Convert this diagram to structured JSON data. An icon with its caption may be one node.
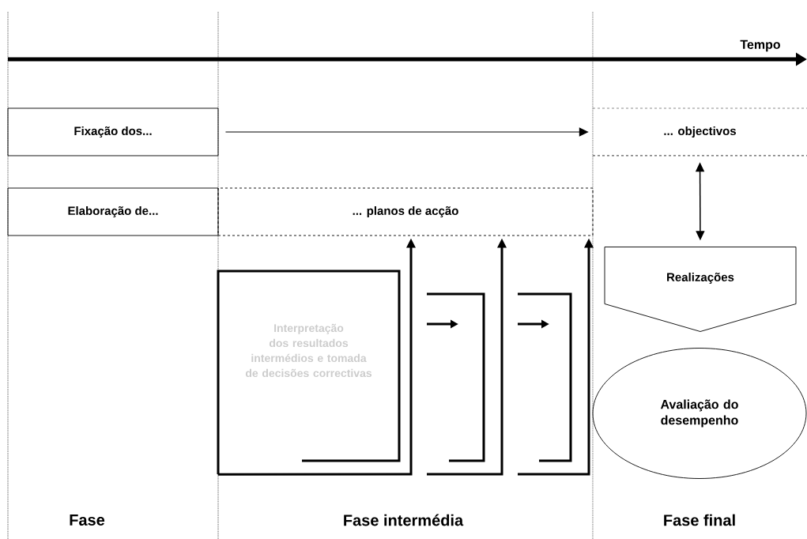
{
  "diagram": {
    "nodes": [
      {
        "text": [
          "Fixação dos..."
        ]
      },
      {
        "text": [
          "... objectivos"
        ]
      },
      {
        "text": [
          "Elaboração de..."
        ]
      },
      {
        "text": [
          "... planos de acção"
        ]
      },
      {
        "text": [
          "Realizações"
        ]
      },
      {
        "text": [
          "Interpretação dos resultados intermédios e tomada de decisões correctivas"
        ]
      },
      {
        "text": [
          "Avaliação do desempenho"
        ]
      }
    ],
    "edges": [
      {
        "from": 0,
        "to": 1,
        "arrow": "to"
      },
      {
        "from": 1,
        "to": 4,
        "arrow": "both"
      },
      {
        "from": 5,
        "to": 3,
        "arrow": "to"
      },
      {
        "from": null,
        "to": 3,
        "arrow": "to"
      },
      {
        "from": null,
        "to": 3,
        "arrow": "to"
      }
    ],
    "labels": [
      "Tempo",
      "Fase",
      "Fase intermédia",
      "Fase final"
    ]
  }
}
